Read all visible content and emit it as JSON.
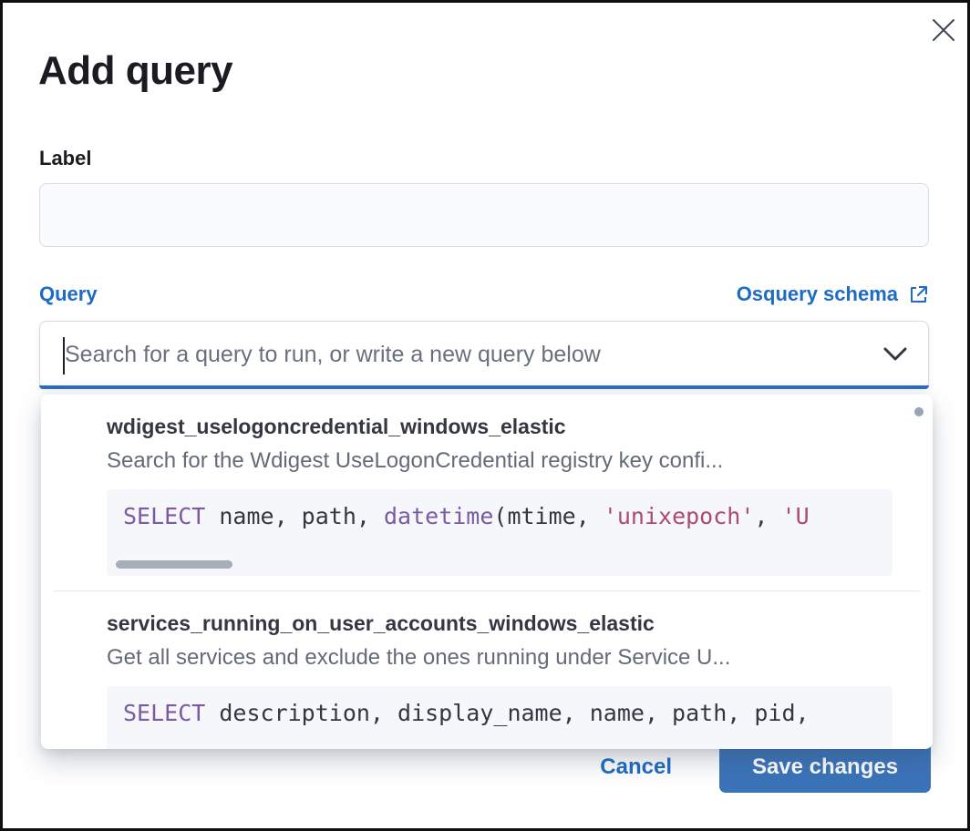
{
  "modal": {
    "title": "Add query"
  },
  "form": {
    "label_field": {
      "label": "Label",
      "value": ""
    },
    "query_field": {
      "label": "Query",
      "schema_link_label": "Osquery schema",
      "placeholder": "Search for a query to run, or write a new query below"
    }
  },
  "dropdown": {
    "options": [
      {
        "title": "wdigest_uselogoncredential_windows_elastic",
        "description": "Search for the Wdigest UseLogonCredential registry key confi...",
        "code": [
          {
            "type": "keyword",
            "text": "SELECT"
          },
          {
            "type": "plain",
            "text": " name, path, "
          },
          {
            "type": "keyword",
            "text": "datetime"
          },
          {
            "type": "plain",
            "text": "(mtime, "
          },
          {
            "type": "string",
            "text": "'unixepoch'"
          },
          {
            "type": "plain",
            "text": ", "
          },
          {
            "type": "string",
            "text": "'U"
          }
        ],
        "has_hscrollbar": true
      },
      {
        "title": "services_running_on_user_accounts_windows_elastic",
        "description": "Get all services and exclude the ones running under Service U...",
        "code": [
          {
            "type": "keyword",
            "text": "SELECT"
          },
          {
            "type": "plain",
            "text": " description, display_name, name, path, pid,"
          }
        ],
        "has_hscrollbar": false
      }
    ]
  },
  "footer": {
    "cancel_label": "Cancel",
    "save_label": "Save changes"
  },
  "colors": {
    "link_blue": "#1e6bc5",
    "focus_underline_blue": "#2d6cc0",
    "save_button_blue": "#3b73b9",
    "title_text": "#1a1c21",
    "option_title_text": "#343741",
    "description_text": "#646b77",
    "placeholder_text": "#69707d",
    "code_background": "#f5f7fb",
    "code_keyword_purple": "#7c5aa3",
    "code_string_pink": "#ad4a73",
    "scrollbar_gray": "#a6aeba"
  }
}
